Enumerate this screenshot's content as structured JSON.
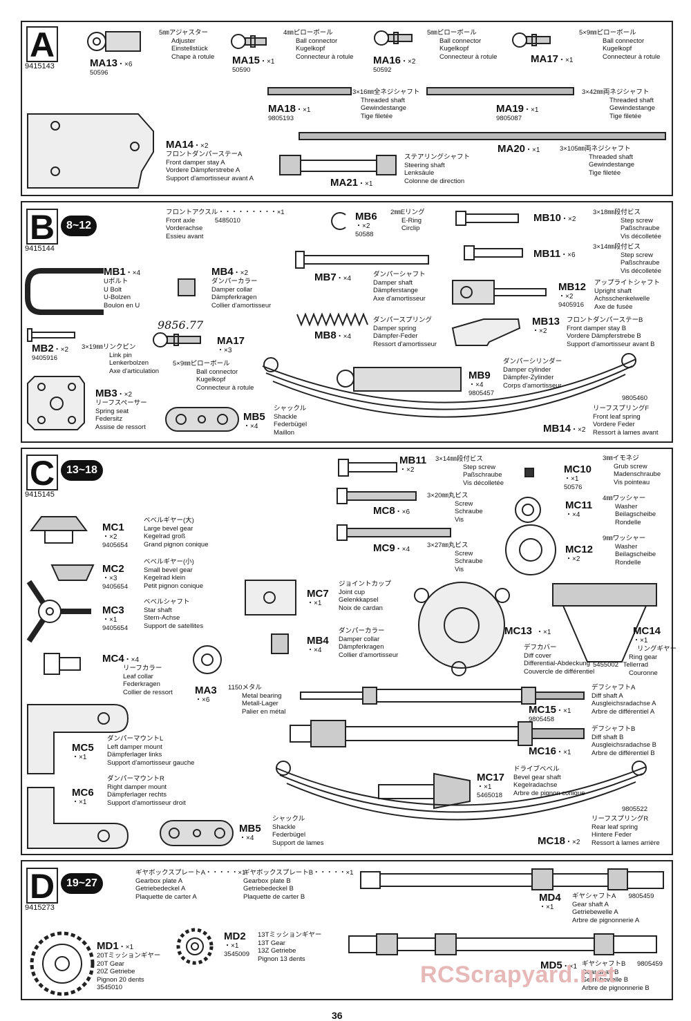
{
  "page_number": "36",
  "watermark": "RCScrapyard.net",
  "handwritten_note": "9856.77",
  "sections": {
    "a": {
      "letter": "A",
      "code": "9415143"
    },
    "b": {
      "letter": "B",
      "code": "9415144",
      "steps": "8~12"
    },
    "c": {
      "letter": "C",
      "code": "9415145",
      "steps": "13~18"
    },
    "d": {
      "letter": "D",
      "code": "9415273",
      "steps": "19~27"
    }
  },
  "parts": {
    "ma13": {
      "id": "MA13",
      "qty": "・×6",
      "num": "50596",
      "jp": "5㎜アジャスター",
      "l1": "Adjuster",
      "l2": "Einstellstück",
      "l3": "Chape à rotule"
    },
    "ma15": {
      "id": "MA15",
      "qty": "・×1",
      "num": "50590",
      "jp": "4㎜ピローボール",
      "l1": "Ball connector",
      "l2": "Kugelkopf",
      "l3": "Connecteur à rotule"
    },
    "ma16": {
      "id": "MA16",
      "qty": "・×2",
      "num": "50592",
      "jp": "5㎜ピローボール",
      "l1": "Ball connector",
      "l2": "Kugelkopf",
      "l3": "Connecteur à rotule"
    },
    "ma17": {
      "id": "MA17",
      "qty": "・×1",
      "jp": "5×9㎜ピローボール",
      "l1": "Ball connector",
      "l2": "Kugelkopf",
      "l3": "Connecteur à rotule"
    },
    "ma18": {
      "id": "MA18",
      "qty": "・×1",
      "num": "9805193",
      "jp": "3×16㎜全ネジシャフト",
      "l1": "Threaded shaft",
      "l2": "Gewindestange",
      "l3": "Tige filetée"
    },
    "ma19": {
      "id": "MA19",
      "qty": "・×1",
      "num": "9805087",
      "jp": "3×42㎜両ネジシャフト",
      "l1": "Threaded shaft",
      "l2": "Gewindestange",
      "l3": "Tige filetée"
    },
    "ma14": {
      "id": "MA14",
      "qty": "・×2",
      "jp": "フロントダンパーステーA",
      "l1": "Front damper stay A",
      "l2": "Vordere Dämpferstrebe A",
      "l3": "Support d'amortisseur avant A"
    },
    "ma20": {
      "id": "MA20",
      "qty": "・×1",
      "jp": "3×105㎜両ネジシャフト",
      "l1": "Threaded shaft",
      "l2": "Gewindestange",
      "l3": "Tige filetée"
    },
    "ma21": {
      "id": "MA21",
      "qty": "・×1",
      "jp": "ステアリングシャフト",
      "l1": "Steering shaft",
      "l2": "Lenksäule",
      "l3": "Colonne de direction"
    },
    "fa": {
      "jp": "フロントアクスル・・・・・・・・・×1",
      "l1": "Front axle",
      "l2": "Vorderachse",
      "l3": "Essieu avant",
      "num": "5485010"
    },
    "mb6": {
      "id": "MB6",
      "qty": "・×2",
      "num": "50588",
      "jp": "2㎜Eリング",
      "l1": "E-Ring",
      "l2": "Circlip"
    },
    "mb10": {
      "id": "MB10",
      "qty": "・×2",
      "jp": "3×18㎜段付ビス",
      "l1": "Step screw",
      "l2": "Paßschraube",
      "l3": "Vis décolletée"
    },
    "mb11": {
      "id": "MB11",
      "qty": "・×6",
      "jp": "3×14㎜段付ビス",
      "l1": "Step screw",
      "l2": "Paßschraube",
      "l3": "Vis décolletée"
    },
    "mb1": {
      "id": "MB1",
      "qty": "・×4",
      "jp": "Uボルト",
      "l1": "U Bolt",
      "l2": "U-Bolzen",
      "l3": "Boulon en U"
    },
    "mb4": {
      "id": "MB4",
      "qty": "・×2",
      "jp": "ダンパーカラー",
      "l1": "Damper collar",
      "l2": "Dämpferkragen",
      "l3": "Collier d'amortisseur"
    },
    "mb7": {
      "id": "MB7",
      "qty": "・×4",
      "jp": "ダンパーシャフト",
      "l1": "Damper shaft",
      "l2": "Dämpferstange",
      "l3": "Axe d'amortisseur"
    },
    "mb12": {
      "id": "MB12",
      "qty": "・×2",
      "num": "9405916",
      "jp": "アップライトシャフト",
      "l1": "Upright shaft",
      "l2": "Achsschenkelwelle",
      "l3": "Axe de fusée"
    },
    "mb8": {
      "id": "MB8",
      "qty": "・×4",
      "jp": "ダンパースプリング",
      "l1": "Damper spring",
      "l2": "Dämpfer-Feder",
      "l3": "Ressort d'amortisseur"
    },
    "mb13": {
      "id": "MB13",
      "qty": "・×2",
      "jp": "フロントダンパーステーB",
      "l1": "Front damper stay B",
      "l2": "Vordere Dämpferstrebe B",
      "l3": "Support d'amortisseur avant B"
    },
    "mb2": {
      "id": "MB2",
      "qty": "・×2",
      "num": "9405916",
      "jp": "3×19㎜リンクピン",
      "l1": "Link pin",
      "l2": "Lenkerbolzen",
      "l3": "Axe d'articulation"
    },
    "mb17": {
      "id": "MA17",
      "qty": "・×3",
      "jp": "5×9㎜ピローボール",
      "l1": "Ball connector",
      "l2": "Kugelkopf",
      "l3": "Connecteur à rotule"
    },
    "mb9": {
      "id": "MB9",
      "qty": "・×4",
      "num": "9805457",
      "jp": "ダンパーシリンダー",
      "l1": "Damper cylinder",
      "l2": "Dämpfer-Zylinder",
      "l3": "Corps d'amortisseur"
    },
    "mb3": {
      "id": "MB3",
      "qty": "・×2",
      "jp": "リーフスペーサー",
      "l1": "Spring seat",
      "l2": "Federsitz",
      "l3": "Assise de ressort"
    },
    "mb5": {
      "id": "MB5",
      "qty": "・×4",
      "jp": "シャックル",
      "l1": "Shackle",
      "l2": "Federbügel",
      "l3": "Maillon"
    },
    "mb14": {
      "id": "MB14",
      "qty": "・×2",
      "num": "9805460",
      "jp": "リーフスプリングF",
      "l1": "Front leaf spring",
      "l2": "Vordere Feder",
      "l3": "Ressort à lames avant"
    },
    "mc11": {
      "id": "MB11",
      "qty": "・×2",
      "jp": "3×14㎜段付ビス",
      "l1": "Step screw",
      "l2": "Paßschraube",
      "l3": "Vis décolletée"
    },
    "mc10": {
      "id": "MC10",
      "qty": "・×1",
      "num": "50576",
      "jp": "3㎜イモネジ",
      "l1": "Grub screw",
      "l2": "Madenschraube",
      "l3": "Vis pointeau"
    },
    "mc8": {
      "id": "MC8",
      "qty": "・×6",
      "jp": "3×20㎜丸ビス",
      "l1": "Screw",
      "l2": "Schraube",
      "l3": "Vis"
    },
    "mc11w": {
      "id": "MC11",
      "qty": "・×4",
      "jp": "4㎜ワッシャー",
      "l1": "Washer",
      "l2": "Beilagscheibe",
      "l3": "Rondelle"
    },
    "mc9": {
      "id": "MC9",
      "qty": "・×4",
      "jp": "3×27㎜丸ビス",
      "l1": "Screw",
      "l2": "Schraube",
      "l3": "Vis"
    },
    "mc12": {
      "id": "MC12",
      "qty": "・×2",
      "jp": "9㎜ワッシャー",
      "l1": "Washer",
      "l2": "Beilagscheibe",
      "l3": "Rondelle"
    },
    "mc1": {
      "id": "MC1",
      "qty": "・×2",
      "num": "9405654",
      "jp": "ベベルギヤー(大)",
      "l1": "Large bevel gear",
      "l2": "Kegelrad groß",
      "l3": "Grand pignon conique"
    },
    "mc2": {
      "id": "MC2",
      "qty": "・×3",
      "num": "9405654",
      "jp": "ベベルギヤー(小)",
      "l1": "Small bevel gear",
      "l2": "Kegelrad klein",
      "l3": "Petit pignon conique"
    },
    "mc3": {
      "id": "MC3",
      "qty": "・×1",
      "num": "9405654",
      "jp": "ベベルシャフト",
      "l1": "Star shaft",
      "l2": "Stern-Achse",
      "l3": "Support de satellites"
    },
    "mc7": {
      "id": "MC7",
      "qty": "・×1",
      "jp": "ジョイントカップ",
      "l1": "Joint cup",
      "l2": "Gelenkkapsel",
      "l3": "Noix de cardan"
    },
    "mc13": {
      "id": "MC13",
      "qty": "・×1",
      "jp": "デフカバー",
      "l1": "Diff cover",
      "l2": "Differential-Abdeckung",
      "l3": "Couvercle de différentiel"
    },
    "mc14": {
      "id": "MC14",
      "qty": "・×1",
      "num": "5455002",
      "jp": "リングギヤー",
      "l1": "Ring gear",
      "l2": "Tellerrad",
      "l3": "Couronne"
    },
    "mc4": {
      "id": "MC4",
      "qty": "・×4",
      "jp": "リーフカラー",
      "l1": "Leaf collar",
      "l2": "Federkragen",
      "l3": "Collier de ressort"
    },
    "mb4c": {
      "id": "MB4",
      "qty": "・×4",
      "jp": "ダンパーカラー",
      "l1": "Damper collar",
      "l2": "Dämpferkragen",
      "l3": "Collier d'amortisseur"
    },
    "ma3": {
      "id": "MA3",
      "qty": "・×6",
      "jp": "1150メタル",
      "l1": "Metal bearing",
      "l2": "Metall-Lager",
      "l3": "Palier en métal"
    },
    "mc15": {
      "id": "MC15",
      "qty": "・×1",
      "num": "9805458",
      "jp": "デフシャフトA",
      "l1": "Diff shaft A",
      "l2": "Ausgleichsradachse A",
      "l3": "Arbre de différentiel A"
    },
    "mc5": {
      "id": "MC5",
      "qty": "・×1",
      "jp": "ダンパーマウントL",
      "l1": "Left damper mount",
      "l2": "Dämpferlager links",
      "l3": "Support d'amortisseur gauche"
    },
    "mc16": {
      "id": "MC16",
      "qty": "・×1",
      "jp": "デフシャフトB",
      "l1": "Diff shaft B",
      "l2": "Ausgleichsradachse B",
      "l3": "Arbre de différentiel B"
    },
    "mc6": {
      "id": "MC6",
      "qty": "・×1",
      "jp": "ダンパーマウントR",
      "l1": "Right damper mount",
      "l2": "Dämpferlager rechts",
      "l3": "Support d'amortisseur droit"
    },
    "mc17": {
      "id": "MC17",
      "qty": "・×1",
      "num": "5465018",
      "jp": "ドライブベベル",
      "l1": "Bevel gear shaft",
      "l2": "Kegelradachse",
      "l3": "Arbre de pignon conique"
    },
    "mb5c": {
      "id": "MB5",
      "qty": "・×4",
      "jp": "シャックル",
      "l1": "Shackle",
      "l2": "Federbügel",
      "l3": "Support de lames"
    },
    "mc18": {
      "id": "MC18",
      "qty": "・×2",
      "num": "9805522",
      "jp": "リーフスプリングR",
      "l1": "Rear leaf spring",
      "l2": "Hintere Feder",
      "l3": "Ressort à lames arrière"
    },
    "gpa": {
      "jp": "ギヤボックスプレートA・・・・・×1",
      "l1": "Gearbox plate A",
      "l2": "Getriebedeckel A",
      "l3": "Plaquette de carter A"
    },
    "gpb": {
      "jp": "ギヤボックスプレートB・・・・・×1",
      "l1": "Gearbox plate B",
      "l2": "Getriebedeckel B",
      "l3": "Plaquette de carter B"
    },
    "md4": {
      "id": "MD4",
      "qty": "・×1",
      "num": "9805459",
      "jp": "ギヤシャフトA",
      "l1": "Gear shaft A",
      "l2": "Getriebewelle A",
      "l3": "Arbre de pignonnerie A"
    },
    "md1": {
      "id": "MD1",
      "qty": "・×1",
      "num": "3545010",
      "jp": "20Tミッションギヤー",
      "l1": "20T Gear",
      "l2": "20Z Getriebe",
      "l3": "Pignon 20 dents"
    },
    "md2": {
      "id": "MD2",
      "qty": "・×1",
      "num": "3545009",
      "jp": "13Tミッションギヤー",
      "l1": "13T Gear",
      "l2": "13Z Getriebe",
      "l3": "Pignon 13 dents"
    },
    "md5": {
      "id": "MD5",
      "qty": "・×1",
      "num": "9805459",
      "jp": "ギヤシャフトB",
      "l1": "Gear shaft B",
      "l2": "Getriebewelle B",
      "l3": "Arbre de pignonnerie B"
    }
  }
}
